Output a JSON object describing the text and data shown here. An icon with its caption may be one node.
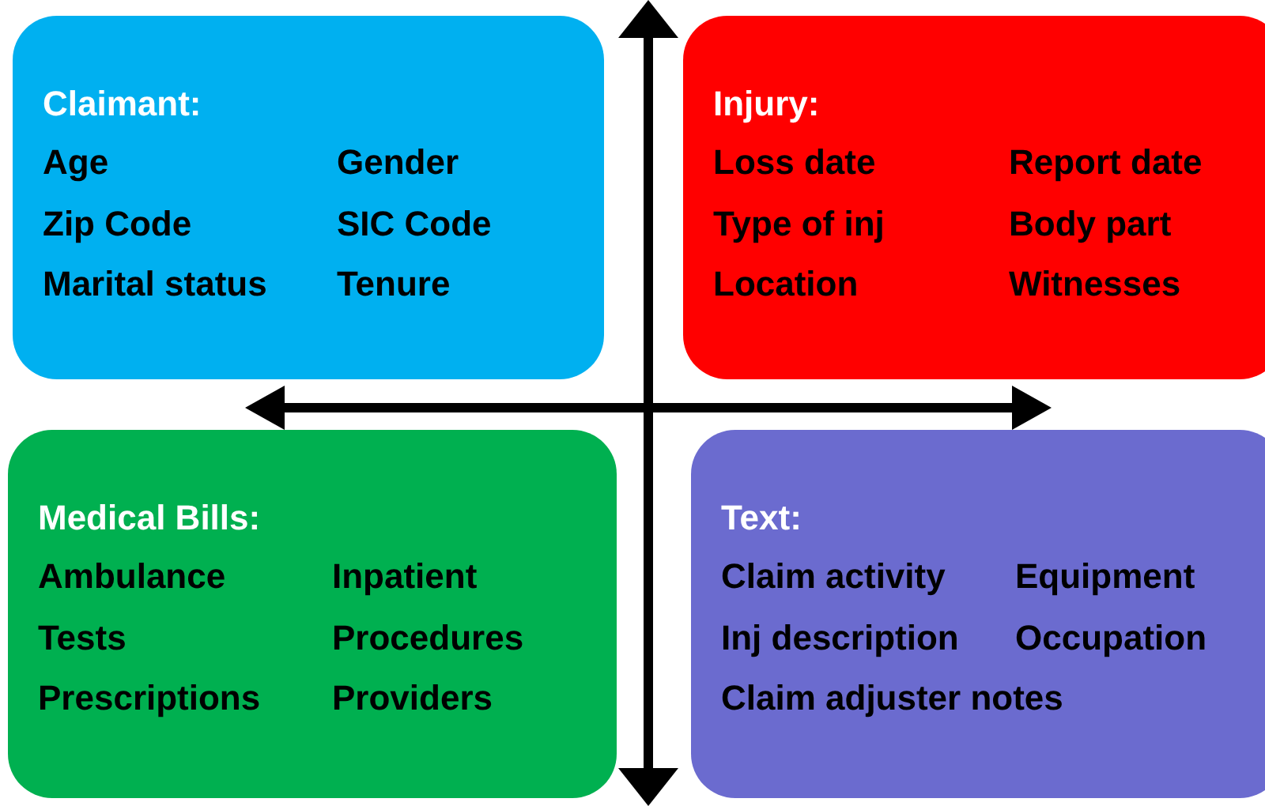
{
  "diagram": {
    "nodes": [
      {
        "text": [
          "Claimant:",
          "Age",
          "Gender",
          "Zip Code",
          "SIC Code",
          "Marital status",
          "Tenure"
        ]
      },
      {
        "text": [
          "Injury:",
          "Loss date",
          "Report date",
          "Type of inj",
          "Body part",
          "Location",
          "Witnesses"
        ]
      },
      {
        "text": [
          "Medical Bills:",
          "Ambulance",
          "Inpatient",
          "Tests",
          "Procedures",
          "Prescriptions",
          "Providers"
        ]
      },
      {
        "text": [
          "Text:",
          "Claim activity",
          "Equipment",
          "Inj description",
          "Occupation",
          "Claim adjuster notes"
        ]
      }
    ]
  }
}
